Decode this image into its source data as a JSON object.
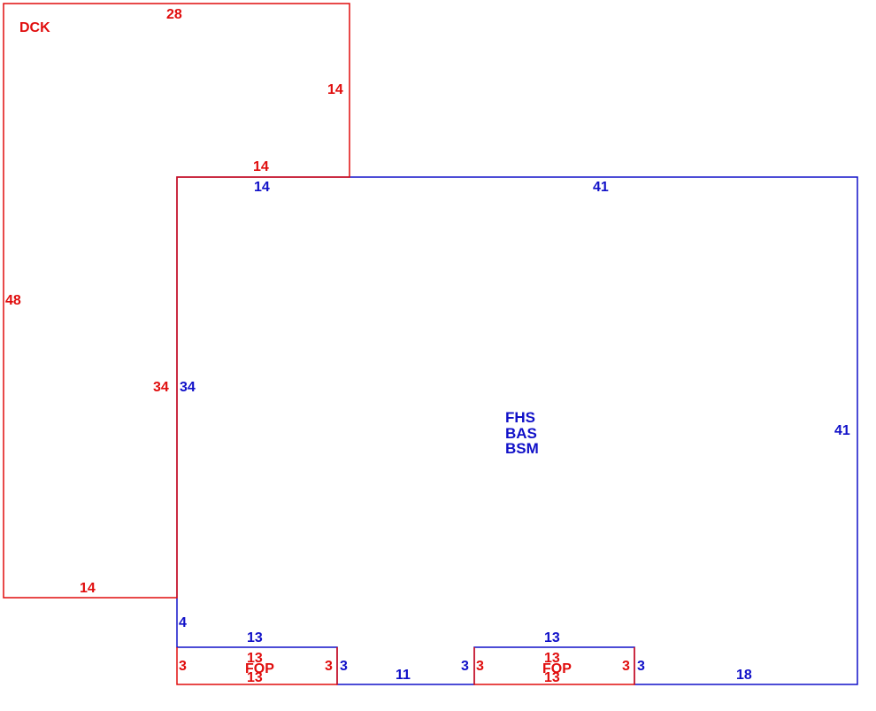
{
  "colors": {
    "deck": "#e00d0d",
    "house": "#1010c8"
  },
  "deck": {
    "code": "DCK",
    "dims": {
      "top": "28",
      "right_upper": "14",
      "step_top": "14",
      "inner": "34",
      "left": "48",
      "bottom": "14"
    }
  },
  "house": {
    "codes": [
      "FHS",
      "BAS",
      "BSM"
    ],
    "dims": {
      "top_left": "14",
      "top": "41",
      "left_upper": "34",
      "right": "41",
      "left_lower": "4",
      "mid_bottom": "11",
      "right_bottom": "18"
    }
  },
  "porch_left": {
    "code": "FOP",
    "house_dims": {
      "top": "13",
      "right": "3"
    },
    "porch_dims": {
      "top": "13",
      "left": "3",
      "right": "3",
      "bottom": "13"
    }
  },
  "porch_right": {
    "code": "FOP",
    "house_dims": {
      "top": "13",
      "left": "3",
      "right": "3"
    },
    "porch_dims": {
      "top": "13",
      "left": "3",
      "right": "3",
      "bottom": "13"
    }
  }
}
